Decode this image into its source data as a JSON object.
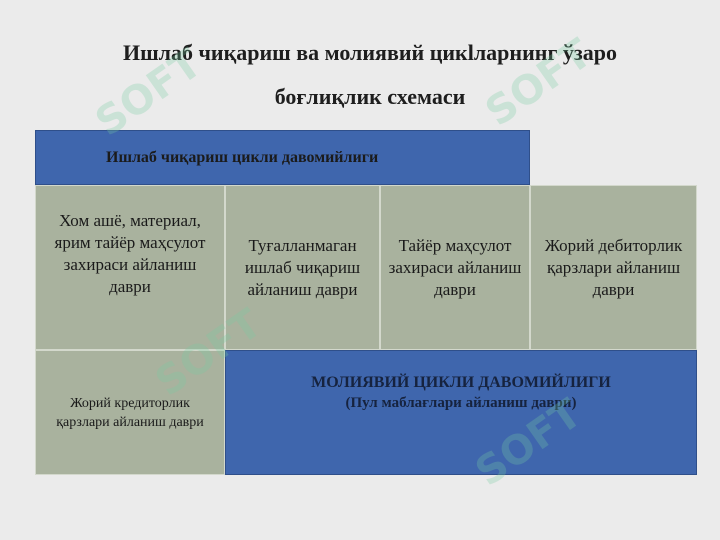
{
  "title": {
    "line1": "Ишлаб чиқариш ва молиявий цикlларнинг ўзаро",
    "line2": "боғлиқлик схемаси"
  },
  "production_cycle": {
    "label": "Ишлаб чиқариш цикли давомийлиги"
  },
  "stages": [
    "Хом ашё, материал, ярим тайёр маҳсулот захираси айланиш даври",
    "Туғалланмаган ишлаб чиқариш айланиш даври",
    "Тайёр маҳсулот захираси айланиш даври",
    "Жорий дебиторлик қарзлари айланиш даври"
  ],
  "payables": {
    "label": "Жорий кредиторлик қарзлари айланиш даври"
  },
  "financial_cycle": {
    "label": "МОЛИЯВИЙ ЦИКЛИ ДАВОМИЙЛИГИ",
    "sublabel": "(Пул маблағлари айланиш даври)"
  },
  "watermark": "SOFT",
  "colors": {
    "background": "#ebebeb",
    "blue_box": "#3f66ad",
    "green_box": "#a9b29e"
  }
}
